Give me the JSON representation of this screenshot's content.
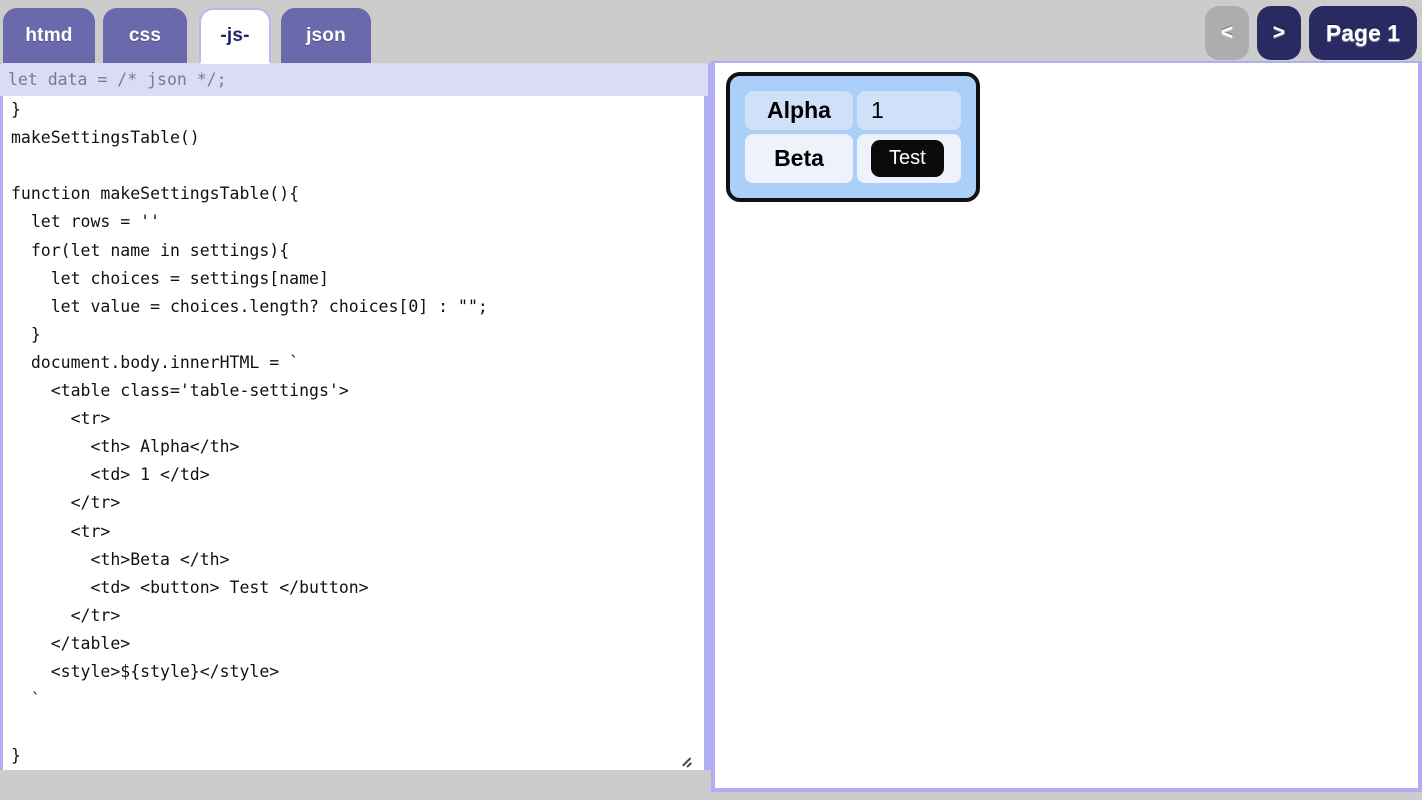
{
  "tabs": [
    {
      "label": "htmd",
      "active": false
    },
    {
      "label": "css",
      "active": false
    },
    {
      "label": "-js-",
      "active": true
    },
    {
      "label": "json",
      "active": false
    }
  ],
  "pager": {
    "prev_label": "<",
    "next_label": ">",
    "page_label": "Page 1",
    "prev_disabled_color": "#adadad",
    "accent_color": "#2a2a63"
  },
  "json_overlay": {
    "value": "let data = /* json */;",
    "placeholder": "let data = /* json */;"
  },
  "editor": {
    "language": "javascript",
    "code": "  'beta' : words('a b c d e')\n}\nmakeSettingsTable()\n\nfunction makeSettingsTable(){\n  let rows = ''\n  for(let name in settings){\n    let choices = settings[name]\n    let value = choices.length? choices[0] : \"\";\n  }\n  document.body.innerHTML = `\n    <table class='table-settings'>\n      <tr>\n        <th> Alpha</th>\n        <td> 1 </td>\n      </tr>\n      <tr>\n        <th>Beta </th>\n        <td> <button> Test </button>\n      </tr>\n    </table>\n    <style>${style}</style>\n  `\n\n}"
  },
  "preview": {
    "table": {
      "class_name": "table-settings",
      "rows": [
        {
          "header": "Alpha",
          "value": "1",
          "type": "text"
        },
        {
          "header": "Beta",
          "value": "Test",
          "type": "button"
        }
      ]
    }
  },
  "colors": {
    "page_background": "#cccccc",
    "tab_inactive": "#6a69ab",
    "tab_active_text": "#22226e",
    "editor_border": "#b0aef0",
    "overlay_background": "#dcdbf6",
    "table_frame": "#aad0fa",
    "table_row_0": "#cfe1f9",
    "table_row_1": "#eff1fb",
    "button_background": "#0b0b0b"
  }
}
